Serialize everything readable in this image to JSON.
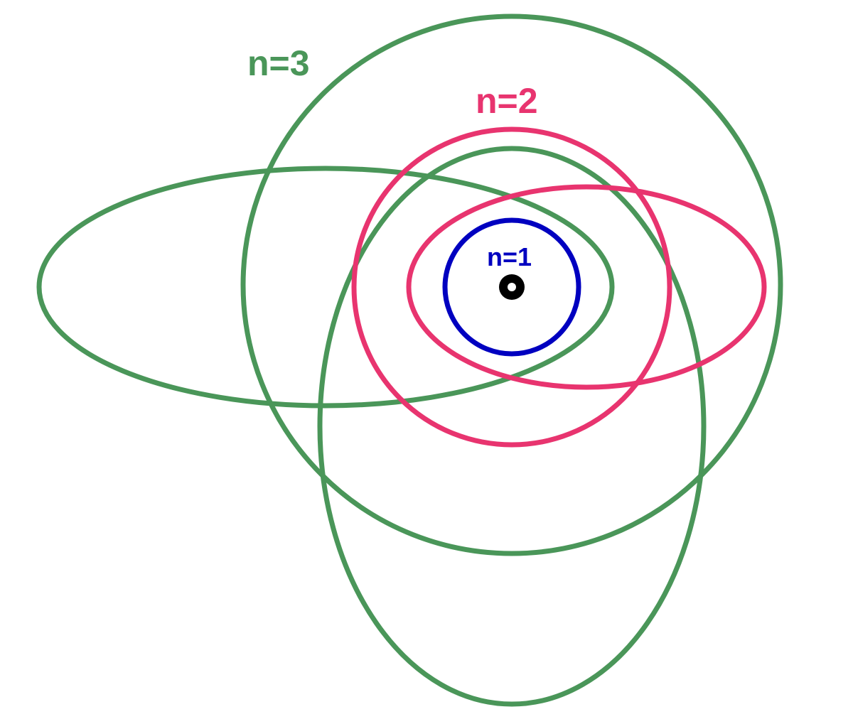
{
  "labels": {
    "n1": "n=1",
    "n2": "n=2",
    "n3": "n=3"
  },
  "colors": {
    "n1": "#0000c0",
    "n2": "#e8346f",
    "n3": "#4a9659",
    "nucleus": "#000000"
  }
}
